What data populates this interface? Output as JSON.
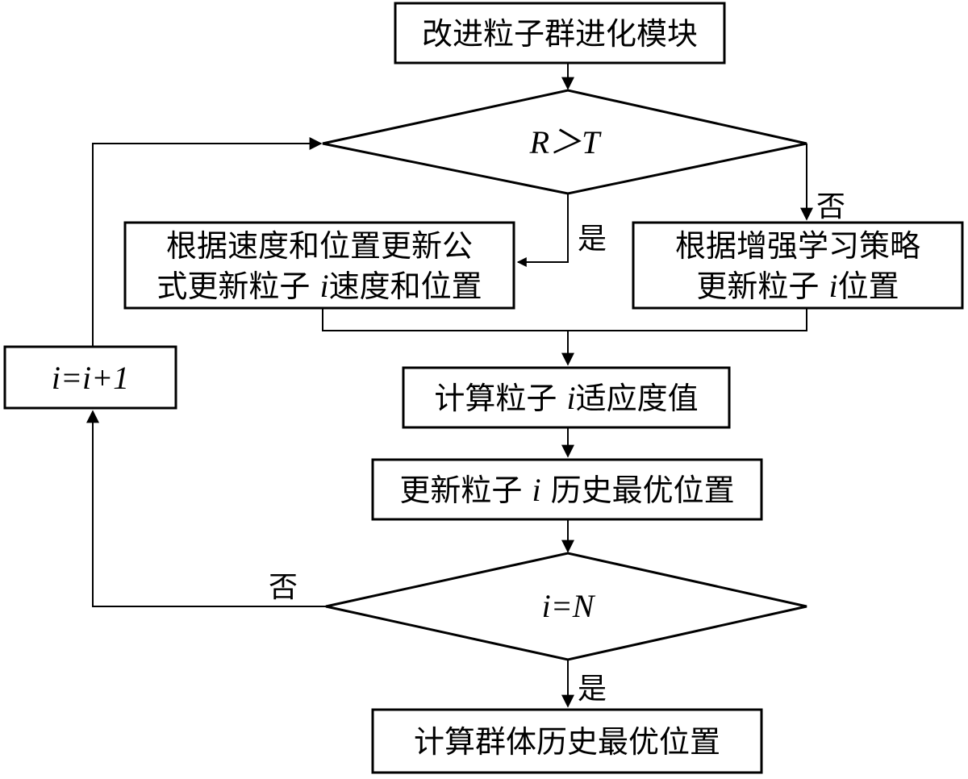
{
  "nodes": {
    "start": "改进粒子群进化模块",
    "cond1": "R＞T",
    "update_formula_line1": "根据速度和位置更新公",
    "update_formula_line2_a": "式更新粒子 ",
    "update_formula_line2_i": "i",
    "update_formula_line2_b": "速度和位置",
    "update_learning_line1": "根据增强学习策略",
    "update_learning_line2_a": "更新粒子 ",
    "update_learning_line2_i": "i",
    "update_learning_line2_b": "位置",
    "fitness_a": "计算粒子 ",
    "fitness_i": "i",
    "fitness_b": "适应度值",
    "pbest_a": "更新粒子 ",
    "pbest_i": "i",
    "pbest_b": " 历史最优位置",
    "cond2": "i=N",
    "increment": "i=i+1",
    "end": "计算群体历史最优位置"
  },
  "edge_labels": {
    "cond1_yes": "是",
    "cond1_no": "否",
    "cond2_no": "否",
    "cond2_yes": "是"
  }
}
